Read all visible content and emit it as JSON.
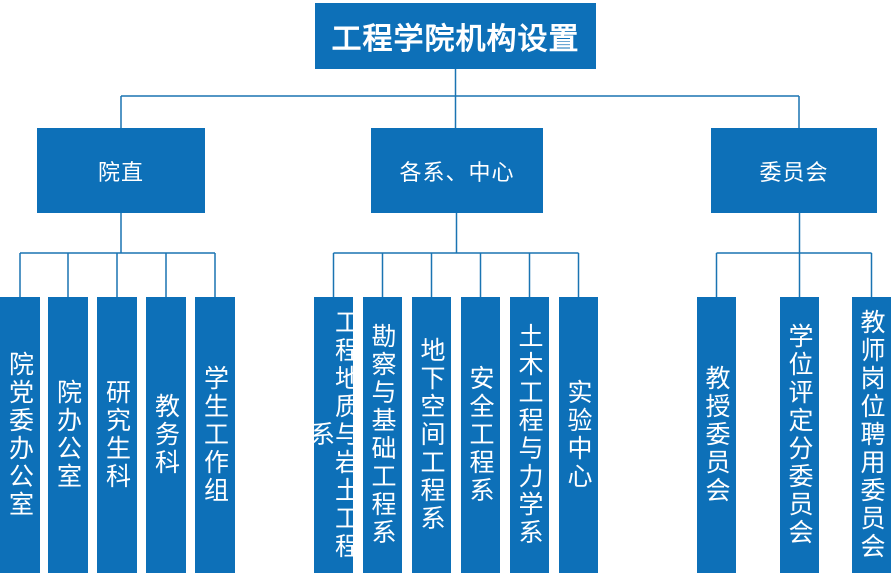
{
  "title": {
    "label": "工程学院机构设置"
  },
  "branches": [
    {
      "label": "院直",
      "children": [
        "院党委办公室",
        "院办公室",
        "研究生科",
        "教务科",
        "学生工作组"
      ]
    },
    {
      "label": "各系、中心",
      "children": [
        "工程地质与岩土工程系",
        "勘察与基础工程系",
        "地下空间工程系",
        "安全工程系",
        "土木工程与力学系",
        "实验中心"
      ]
    },
    {
      "label": "委员会",
      "children": [
        "教授委员会",
        "学位评定分委员会",
        "教师岗位聘用委员会"
      ]
    }
  ],
  "colors": {
    "box_fill": "#0d70b8",
    "connector": "#1a74b2",
    "text": "#ffffff",
    "background": "#ffffff"
  }
}
